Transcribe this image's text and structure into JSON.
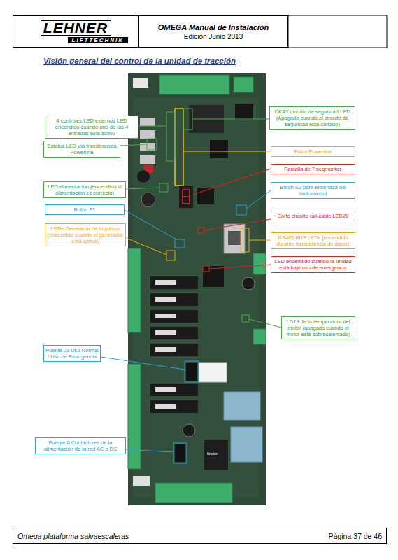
{
  "diagram": {
    "title": "Visión general del control de la unidad de tracción",
    "nodes": [
      {
        "text": [
          "LEHNER",
          "LIFTTECHNIK"
        ]
      },
      {
        "text": [
          "OMEGA Manual de Instalación",
          "Edición Junio 2013"
        ]
      },
      {
        "text": [
          "OKAY circuito de seguridad LED (Apagado cuando el circuito de seguridad está cortado)"
        ]
      },
      {
        "text": [
          "4 controles LED externos LED encendido cuando uno de los 4 entradas está activo"
        ]
      },
      {
        "text": [
          "Estatus LED vía transferencia Powerline"
        ]
      },
      {
        "text": [
          "Placa Powerline"
        ]
      },
      {
        "text": [
          "Pantalla de 7 segmentos"
        ]
      },
      {
        "text": [
          "LED alimentación (encendido si alimentación es correcto)"
        ]
      },
      {
        "text": [
          "Botón S2 para enseñaza del radiocontrol"
        ]
      },
      {
        "text": [
          "Botón S1"
        ]
      },
      {
        "text": [
          "Corto circuito rail-cable LED20"
        ]
      },
      {
        "text": [
          "LEDs Generador de impulsos (encendido cuando el generador está activo)"
        ]
      },
      {
        "text": [
          "RS485 BUS LEDs (encendido durante transferencia de datos)"
        ]
      },
      {
        "text": [
          "LED encendido cuando la unidad está bajo uso de emergencia"
        ]
      },
      {
        "text": [
          "LD19 de la temperatura del motor (apagado cuando el motor está sobrecalentado)"
        ]
      },
      {
        "text": [
          "Puente J1 Uso Normal / Uso de Emergencia"
        ]
      },
      {
        "text": [
          "Puente 6 Contactores de la alimentación de la red AC o DC"
        ]
      },
      {
        "text": [
          "Omega plataforma salvaescaleras",
          "Página 37 de 46"
        ]
      }
    ],
    "labels": [
      "finder"
    ]
  }
}
